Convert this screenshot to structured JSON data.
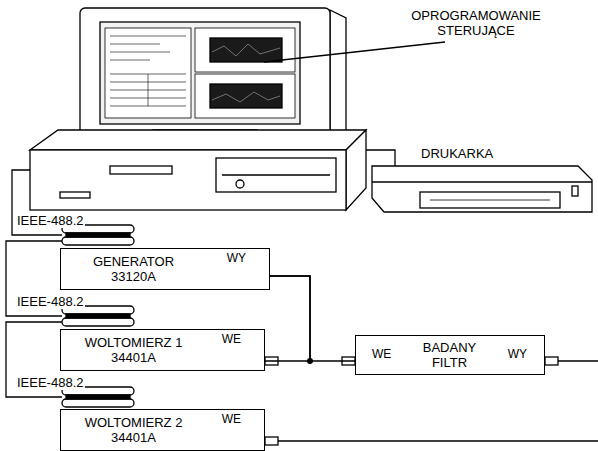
{
  "diagram": {
    "nodes": [
      {
        "text": [
          "GENERATOR 33120A",
          "WY"
        ]
      },
      {
        "text": [
          "WOLTOMIERZ 1 34401A",
          "WE"
        ]
      },
      {
        "text": [
          "WE",
          "BADANY FILTR",
          "WY"
        ]
      },
      {
        "text": [
          "WOLTOMIERZ 2 34401A",
          "WE"
        ]
      }
    ],
    "edges": [
      {
        "from": 0,
        "to": 1,
        "arrow": "none"
      },
      {
        "from": 0,
        "to": 2,
        "arrow": "none"
      }
    ],
    "labels": [
      "OPROGRAMOWANIE STERUJĄCE",
      "DRUKARKA",
      "IEEE-488.2",
      "IEEE-488.2",
      "IEEE-488.2"
    ]
  }
}
